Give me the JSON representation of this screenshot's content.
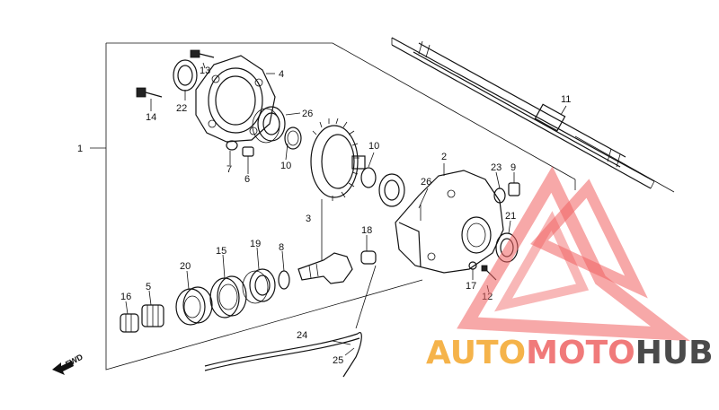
{
  "watermark": {
    "text_part1": "AUTO",
    "text_part2": "MOTO",
    "text_part3": "HUB",
    "colors": {
      "auto": "#F5B34A",
      "moto": "#F07A7A",
      "hub": "#4A4A4A",
      "logo": "#F06060"
    }
  },
  "direction_label": "FWD",
  "callouts": [
    {
      "id": "c1",
      "text": "1"
    },
    {
      "id": "c2",
      "text": "2"
    },
    {
      "id": "c3",
      "text": "3"
    },
    {
      "id": "c4",
      "text": "4"
    },
    {
      "id": "c5",
      "text": "5"
    },
    {
      "id": "c6",
      "text": "6"
    },
    {
      "id": "c7",
      "text": "7"
    },
    {
      "id": "c8",
      "text": "8"
    },
    {
      "id": "c9",
      "text": "9"
    },
    {
      "id": "c10a",
      "text": "10"
    },
    {
      "id": "c10b",
      "text": "10"
    },
    {
      "id": "c11",
      "text": "11"
    },
    {
      "id": "c12",
      "text": "12"
    },
    {
      "id": "c13",
      "text": "13"
    },
    {
      "id": "c14",
      "text": "14"
    },
    {
      "id": "c15",
      "text": "15"
    },
    {
      "id": "c16",
      "text": "16"
    },
    {
      "id": "c17",
      "text": "17"
    },
    {
      "id": "c18",
      "text": "18"
    },
    {
      "id": "c19",
      "text": "19"
    },
    {
      "id": "c20",
      "text": "20"
    },
    {
      "id": "c21",
      "text": "21"
    },
    {
      "id": "c22",
      "text": "22"
    },
    {
      "id": "c23",
      "text": "23"
    },
    {
      "id": "c24",
      "text": "24"
    },
    {
      "id": "c25",
      "text": "25"
    },
    {
      "id": "c26a",
      "text": "26"
    },
    {
      "id": "c26b",
      "text": "26"
    }
  ]
}
